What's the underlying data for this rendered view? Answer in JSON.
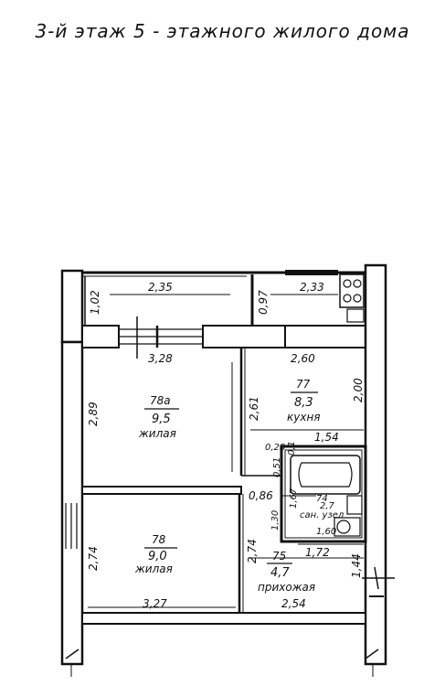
{
  "title": "3-й этаж 5 - этажного жилого дома",
  "rooms": {
    "r78a": {
      "number": "78а",
      "area": "9,5",
      "name": "жилая"
    },
    "r77": {
      "number": "77",
      "area": "8,3",
      "name": "кухня"
    },
    "r78": {
      "number": "78",
      "area": "9,0",
      "name": "жилая"
    },
    "r75": {
      "number": "75",
      "area": "4,7",
      "name": "прихожая"
    },
    "r74": {
      "number": "74",
      "area": "2,7",
      "name": "сан. узел"
    }
  },
  "dimensions": {
    "d_2_35": "2,35",
    "d_2_33": "2,33",
    "d_1_02": "1,02",
    "d_0_97": "0,97",
    "d_3_28": "3,28",
    "d_2_60": "2,60",
    "d_2_89": "2,89",
    "d_2_61": "2,61",
    "d_2_00": "2,00",
    "d_1_54": "1,54",
    "d_0_28": "0,28",
    "d_0_1": "0,1",
    "d_0_51": "0,51",
    "d_0_86": "0,86",
    "d_1_67": "1,67",
    "d_1_30": "1,30",
    "d_1_60": "1,60",
    "d_1_72": "1,72",
    "d_2_74_left": "2,74",
    "d_2_74_mid": "2,74",
    "d_1_44": "1,44",
    "d_3_27": "3,27",
    "d_2_54": "2,54"
  },
  "colors": {
    "ink": "#111111",
    "paper": "#ffffff"
  }
}
